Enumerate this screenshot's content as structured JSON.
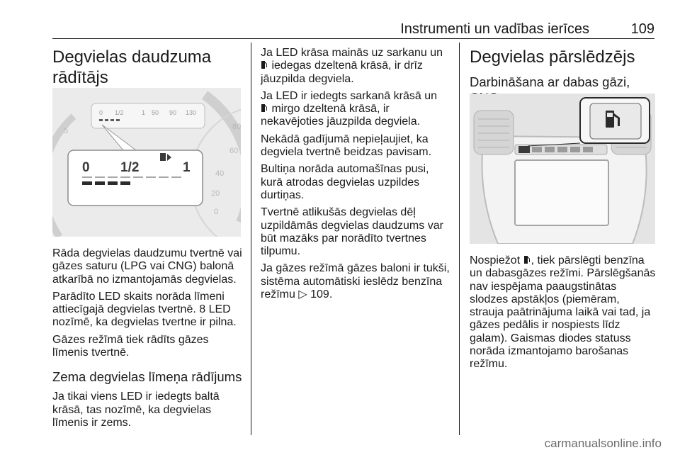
{
  "header": {
    "running_title": "Instrumenti un vadības ierīces",
    "page_number": "109"
  },
  "col1": {
    "title": "Degvielas daudzuma rādītājs",
    "fig": {
      "label_0": "0",
      "label_half": "1/2",
      "label_1": "1",
      "gauge_50": "50",
      "gauge_90": "90",
      "gauge_130": "130",
      "dial_20": "20",
      "dial_40": "40",
      "dial_60": "60",
      "dial_80": "80",
      "dial_5": "5",
      "dial_0": "0"
    },
    "p1": "Rāda degvielas daudzumu tvertnē vai gāzes saturu (LPG vai CNG) balonā atkarībā no izmantojamās degvielas.",
    "p2": "Parādīto LED skaits norāda līmeni attiecīgajā degvielas tvertnē. 8 LED nozīmē, ka degvielas tvertne ir pilna.",
    "p3": "Gāzes režīmā tiek rādīts gāzes līmenis tvertnē.",
    "subtitle": "Zema degvielas līmeņa rādījums",
    "p4": "Ja tikai viens LED ir iedegts baltā krāsā, tas nozīmē, ka degvielas līmenis ir zems."
  },
  "col2": {
    "p1a": "Ja LED krāsa mainās uz sarkanu un",
    "p1b": "iedegas dzeltenā krāsā, ir drīz jāuzpilda degviela.",
    "p2a": "Ja LED ir iedegts sarkanā krāsā un",
    "p2b": "mirgo dzeltenā krāsā, ir nekavējoties jāuzpilda degviela.",
    "p3": "Nekādā gadījumā nepieļaujiet, ka degviela tvertnē beidzas pavisam.",
    "p4": "Bultiņa norāda automašīnas pusi, kurā atrodas degvielas uzpildes durtiņas.",
    "p5": "Tvertnē atlikušās degvielas dēļ uzpildāmās degvielas daudzums var būt mazāks par norādīto tvertnes tilpumu.",
    "p6a": "Ja gāzes režīmā gāzes baloni ir tukši, sistēma automātiski ieslēdz benzīna režīmu",
    "p6_ref": "109."
  },
  "col3": {
    "title": "Degvielas pārslēdzējs",
    "subtitle": "Darbināšana ar dabas gāzi, CNG",
    "p1a": "Nospiežot",
    "p1b": ", tiek pārslēgti benzīna un dabasgāzes režīmi. Pārslēgšanās nav iespējama paaugstinātas slodzes apstākļos (piemēram, strauja paātrinājuma laikā vai tad, ja gāzes pedālis ir nospiests līdz galam). Gaismas diodes statuss norāda izmantojamo barošanas režīmu."
  },
  "credit": "carmanualsonline.info"
}
